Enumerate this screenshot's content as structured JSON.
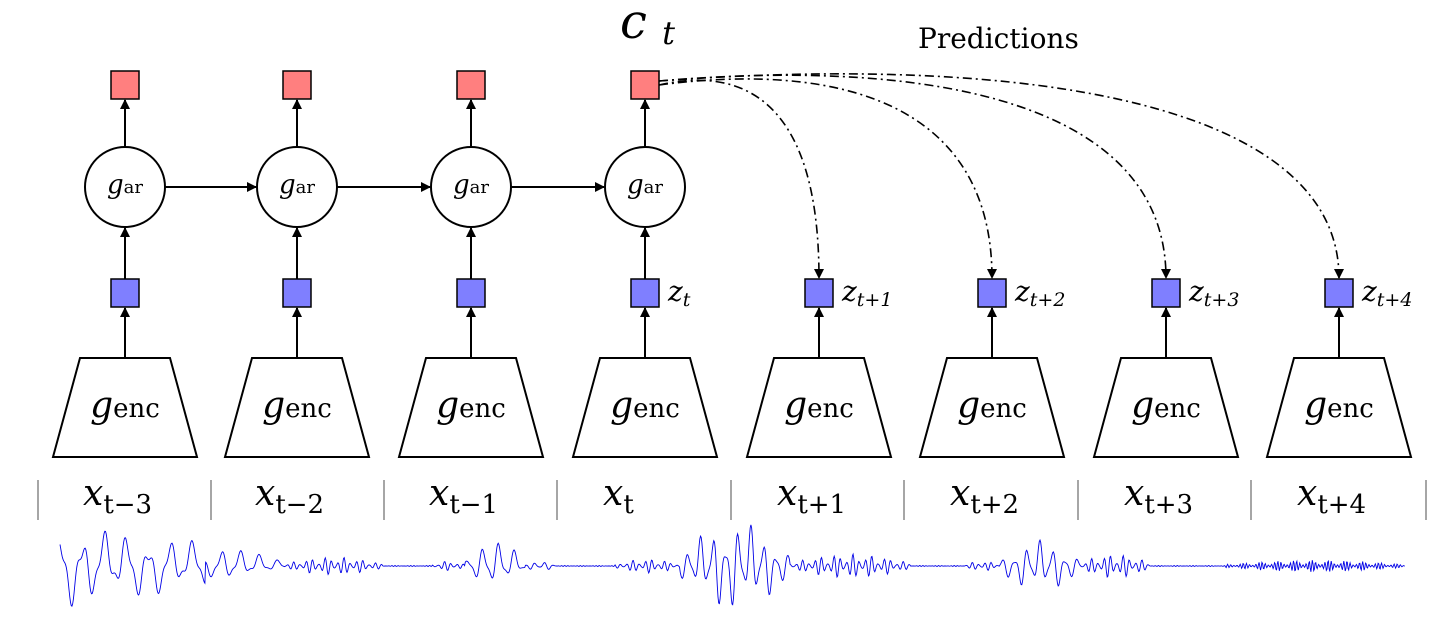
{
  "title": "c",
  "title_sub": "t",
  "predictions_label": "Predictions",
  "ar_label": "g",
  "ar_sub": "ar",
  "enc_label": "g",
  "enc_sub": "enc",
  "colors": {
    "context_box": "#ff7f7f",
    "latent_box": "#7f7fff",
    "waveform": "#0000e6",
    "stroke": "#000000",
    "divider": "#888888"
  },
  "columns": [
    {
      "x_label": "x",
      "x_sub": "t−3",
      "has_ar": true,
      "latent_label": "",
      "latent_sub": ""
    },
    {
      "x_label": "x",
      "x_sub": "t−2",
      "has_ar": true,
      "latent_label": "",
      "latent_sub": ""
    },
    {
      "x_label": "x",
      "x_sub": "t−1",
      "has_ar": true,
      "latent_label": "",
      "latent_sub": ""
    },
    {
      "x_label": "x",
      "x_sub": "t",
      "has_ar": true,
      "latent_label": "z",
      "latent_sub": "t"
    },
    {
      "x_label": "x",
      "x_sub": "t+1",
      "has_ar": false,
      "latent_label": "z",
      "latent_sub": "t+1"
    },
    {
      "x_label": "x",
      "x_sub": "t+2",
      "has_ar": false,
      "latent_label": "z",
      "latent_sub": "t+2"
    },
    {
      "x_label": "x",
      "x_sub": "t+3",
      "has_ar": false,
      "latent_label": "z",
      "latent_sub": "t+3"
    },
    {
      "x_label": "x",
      "x_sub": "t+4",
      "has_ar": false,
      "latent_label": "z",
      "latent_sub": "t+4"
    }
  ]
}
